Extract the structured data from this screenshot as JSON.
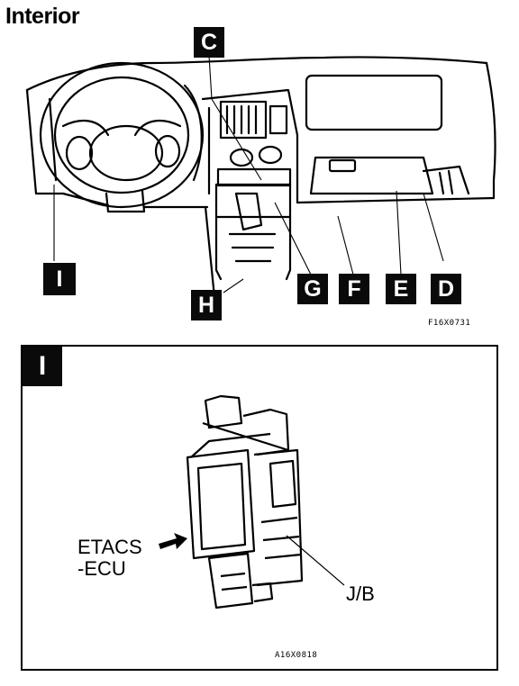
{
  "title": "Interior",
  "callouts": {
    "c": "C",
    "d": "D",
    "e": "E",
    "f": "F",
    "g": "G",
    "h": "H",
    "i": "I"
  },
  "top_figure_code": "F16X0731",
  "detail": {
    "tag": "I",
    "etacs_label_line1": "ETACS",
    "etacs_label_line2": "-ECU",
    "jb_label": "J/B",
    "figure_code": "A16X0818"
  }
}
